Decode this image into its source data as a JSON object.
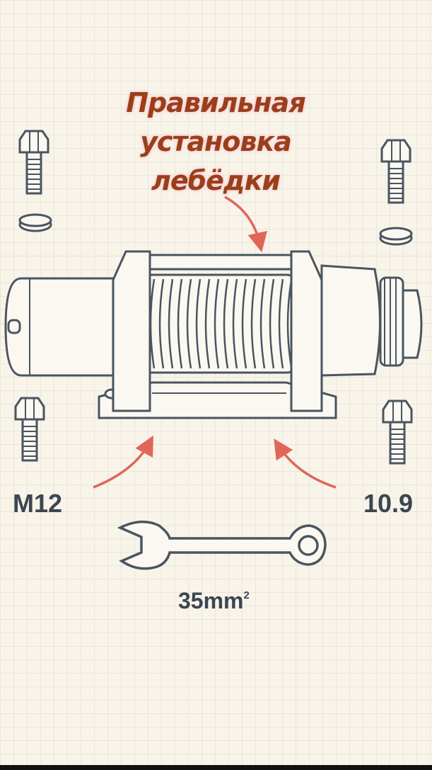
{
  "title": {
    "line1": "Правильная",
    "line2": "установка",
    "line3": "лебёдки"
  },
  "labels": {
    "bolt_size": "M12",
    "bolt_grade": "10.9",
    "cable_section": "35mm",
    "cable_section_sup": "2"
  },
  "colors": {
    "title": "#9a3f1a",
    "arrow": "#e0665a",
    "line": "#4a5560",
    "label": "#3b4651"
  }
}
